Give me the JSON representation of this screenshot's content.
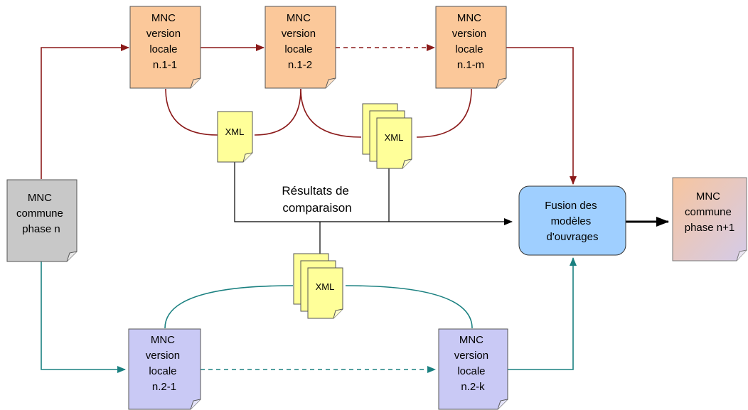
{
  "colors": {
    "red_line": "#8b1a1a",
    "teal_line": "#1a8080",
    "black_line": "#000000",
    "orange_doc": "#fbc89a",
    "purple_doc": "#c9c9f5",
    "grey_doc": "#c8c8c8",
    "yellow_doc": "#ffff99",
    "fusion_box": "#9fcfff",
    "final_doc_top": "#f6c6a2",
    "final_doc_bottom": "#d8c8e8"
  },
  "docs": {
    "common_n": [
      "MNC",
      "commune",
      "phase n"
    ],
    "local_1_1": [
      "MNC",
      "version",
      "locale",
      "n.1-1"
    ],
    "local_1_2": [
      "MNC",
      "version",
      "locale",
      "n.1-2"
    ],
    "local_1_m": [
      "MNC",
      "version",
      "locale",
      "n.1-m"
    ],
    "local_2_1": [
      "MNC",
      "version",
      "locale",
      "n.2-1"
    ],
    "local_2_k": [
      "MNC",
      "version",
      "locale",
      "n.2-k"
    ],
    "common_n1": [
      "MNC",
      "commune",
      "phase n+1"
    ]
  },
  "xml": {
    "label": "XML"
  },
  "fusion": [
    "Fusion des",
    "modèles",
    "d'ouvrages"
  ],
  "results_label": [
    "Résultats de",
    "comparaison"
  ]
}
